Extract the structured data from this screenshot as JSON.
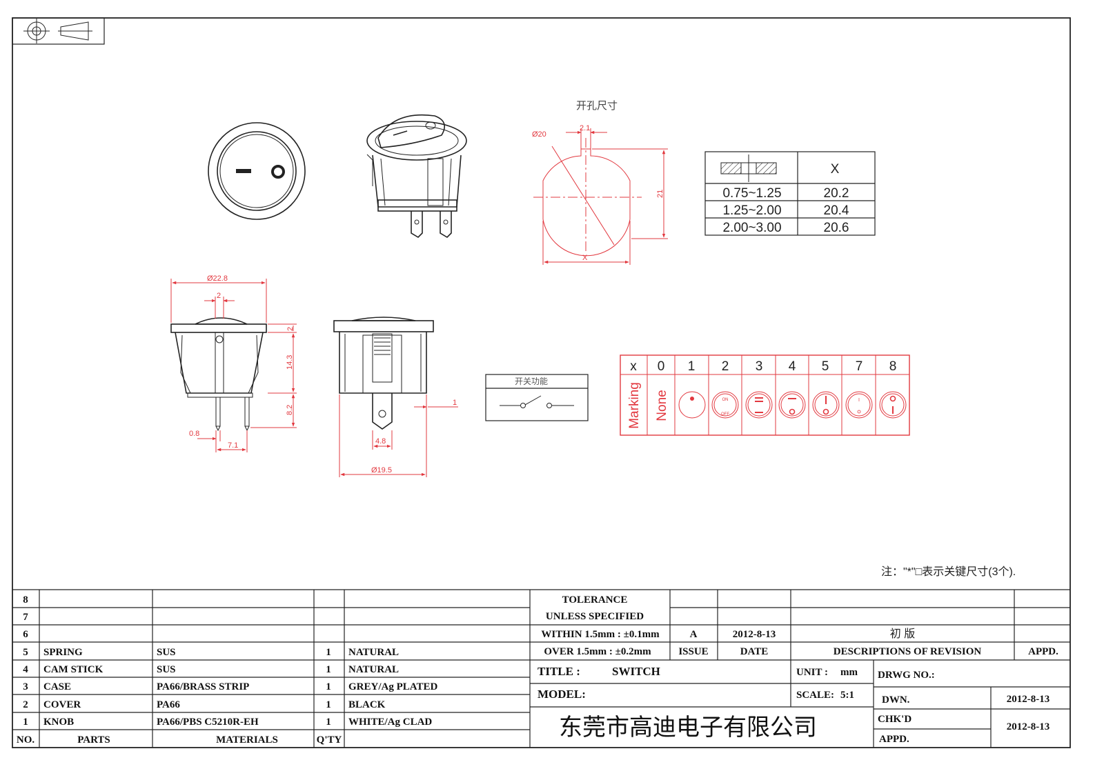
{
  "cutout": {
    "title": "开孔尺寸",
    "dim_dia": "Ø20",
    "dim_key": "2.1",
    "dim_height": "21",
    "dim_x": "X",
    "table": {
      "header": "X",
      "rows": [
        {
          "range": "0.75~1.25",
          "x": "20.2"
        },
        {
          "range": "1.25~2.00",
          "x": "20.4"
        },
        {
          "range": "2.00~3.00",
          "x": "20.6"
        }
      ]
    }
  },
  "front_view": {
    "dim_dia": "Ø22.8",
    "dim_actuator": "2",
    "dim_flange": "2",
    "dim_body": "14.3",
    "dim_terminal": "8.2",
    "dim_thick": "0.8",
    "dim_pitch": "7.1"
  },
  "side_view": {
    "dim_offset": "1",
    "dim_width": "4.8",
    "dim_dia": "Ø19.5"
  },
  "function_box": {
    "title": "开关功能"
  },
  "marking_table": {
    "header_x": "x",
    "row_label": "Marking",
    "codes": [
      "0",
      "1",
      "2",
      "3",
      "4",
      "5",
      "7",
      "8"
    ],
    "none_label": "None",
    "sym_on": "ON",
    "sym_off": "OFF",
    "sym_io": "I"
  },
  "note": "注：\"*\"□表示关键尺寸(3个).",
  "bom": {
    "row_numbers": [
      "8",
      "7",
      "6"
    ],
    "items": [
      {
        "no": "5",
        "part": "SPRING",
        "material": "SUS",
        "qty": "1",
        "finish": "NATURAL"
      },
      {
        "no": "4",
        "part": "CAM STICK",
        "material": "SUS",
        "qty": "1",
        "finish": "NATURAL"
      },
      {
        "no": "3",
        "part": "CASE",
        "material": "PA66/BRASS STRIP",
        "qty": "1",
        "finish": "GREY/Ag PLATED"
      },
      {
        "no": "2",
        "part": "COVER",
        "material": "PA66",
        "qty": "1",
        "finish": "BLACK"
      },
      {
        "no": "1",
        "part": "KNOB",
        "material": "PA66/PBS C5210R-EH",
        "qty": "1",
        "finish": "WHITE/Ag CLAD"
      }
    ],
    "header": {
      "no": "NO.",
      "parts": "PARTS",
      "materials": "MATERIALS",
      "qty": "Q'TY"
    }
  },
  "title_block": {
    "tolerance_1": "TOLERANCE",
    "tolerance_2": "UNLESS  SPECIFIED",
    "tolerance_3": "WITHIN 1.5mm : ±0.1mm",
    "tolerance_4": "OVER 1.5mm : ±0.2mm",
    "issue_value": "A",
    "date_value": "2012-8-13",
    "revision_desc": "初  版",
    "issue_label": "ISSUE",
    "date_label": "DATE",
    "desc_label": "DESCRIPTIONS OF REVISION",
    "appd_label": "APPD.",
    "title_label": "TITLE :",
    "title_value": "SWITCH",
    "unit_label": "UNIT :",
    "unit_value": "mm",
    "drwg_label": "DRWG NO.:",
    "model_label": "MODEL:",
    "scale_label": "SCALE:",
    "scale_value": "5:1",
    "dwn_label": "DWN.",
    "dwn_date": "2012-8-13",
    "chkd_label": "CHK'D",
    "chkd_date": "2012-8-13",
    "appd2_label": "APPD.",
    "company": "东莞市高迪电子有限公司"
  }
}
